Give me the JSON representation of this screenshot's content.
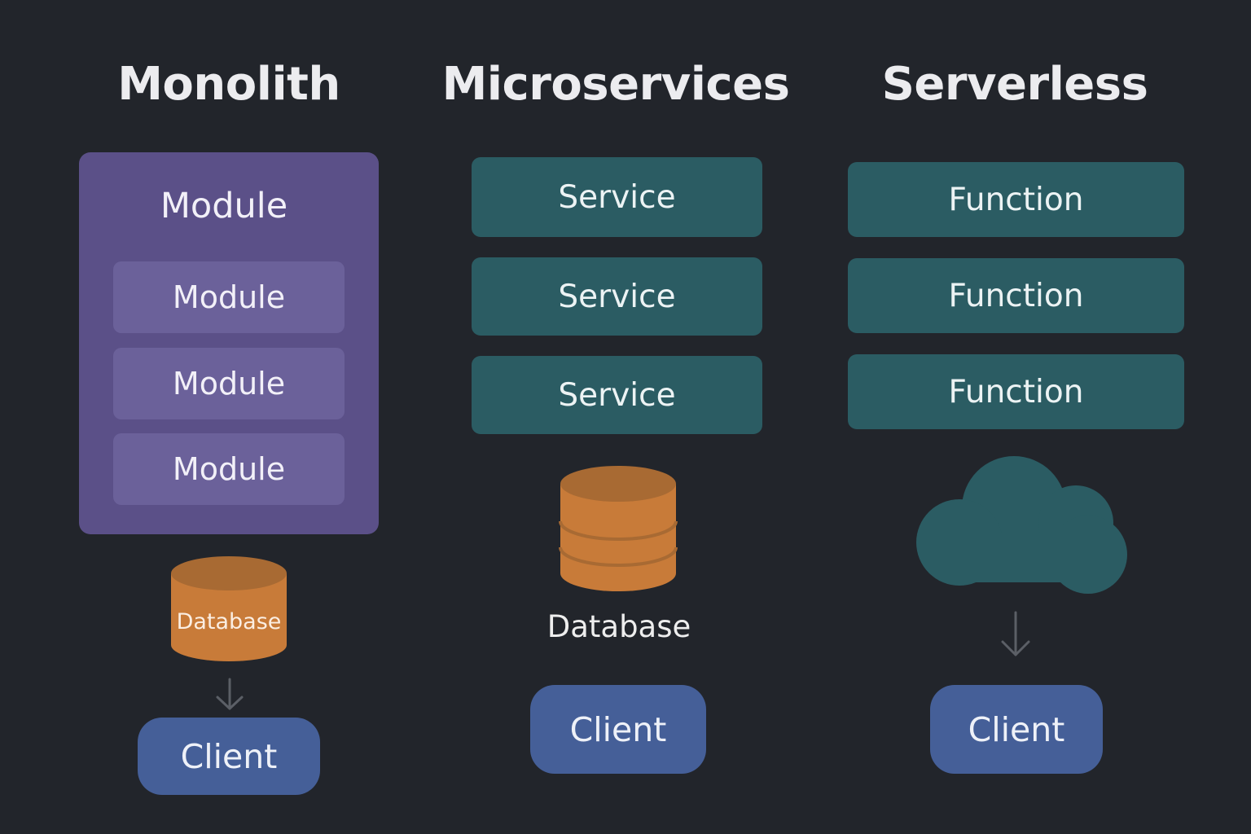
{
  "colors": {
    "background": "#22252b",
    "monolith_container": "#5b5088",
    "module": "#6b619a",
    "teal_block": "#2b5c63",
    "database": "#c87b39",
    "database_top": "#a86a33",
    "client": "#455f98",
    "arrow": "#5b5f66"
  },
  "columns": {
    "monolith": {
      "title": "Monolith",
      "container_label": "Module",
      "modules": [
        "Module",
        "Module",
        "Module"
      ],
      "database_label": "Database",
      "client_label": "Client"
    },
    "microservices": {
      "title": "Microservices",
      "services": [
        "Service",
        "Service",
        "Service"
      ],
      "database_label": "Database",
      "client_label": "Client"
    },
    "serverless": {
      "title": "Serverless",
      "functions": [
        "Function",
        "Function",
        "Function"
      ],
      "cloud_icon": "cloud-icon",
      "client_label": "Client"
    }
  },
  "icons": {
    "database": "database-icon",
    "arrow": "arrow-down-icon"
  }
}
